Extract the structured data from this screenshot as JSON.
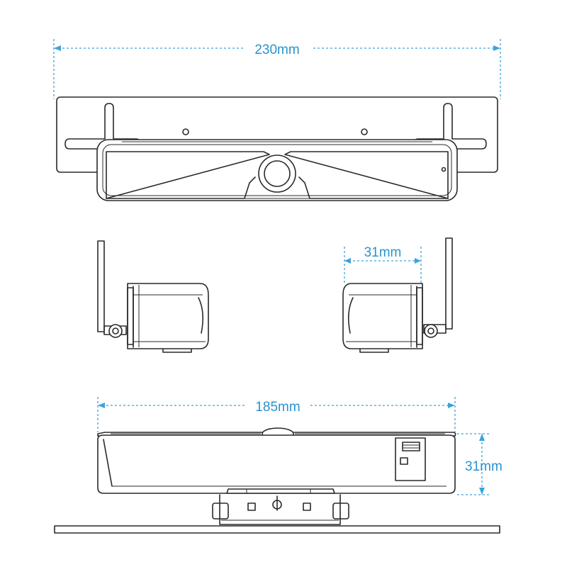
{
  "dimensions": {
    "top_width": "230mm",
    "side_depth": "31mm",
    "bottom_width": "185mm",
    "bottom_height": "31mm"
  },
  "colors": {
    "dimension_line": "#3aa3db",
    "dimension_text": "#2a93cf",
    "outline": "#2a2a2a"
  }
}
